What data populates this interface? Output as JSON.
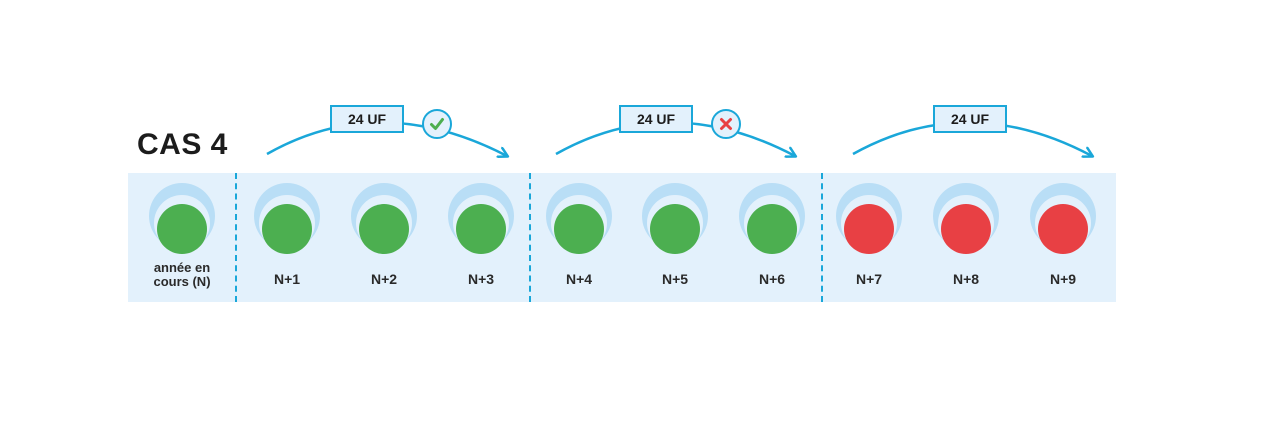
{
  "title": "CAS 4",
  "transfers": [
    {
      "label": "24 UF",
      "status": "accepted",
      "status_icon": "check-icon"
    },
    {
      "label": "24 UF",
      "status": "rejected",
      "status_icon": "cross-icon"
    },
    {
      "label": "24 UF"
    }
  ],
  "years": [
    {
      "label_line1": "année en",
      "label_line2": "cours (N)",
      "color": "green"
    },
    {
      "label": "N+1",
      "color": "green"
    },
    {
      "label": "N+2",
      "color": "green"
    },
    {
      "label": "N+3",
      "color": "green"
    },
    {
      "label": "N+4",
      "color": "green"
    },
    {
      "label": "N+5",
      "color": "green"
    },
    {
      "label": "N+6",
      "color": "green"
    },
    {
      "label": "N+7",
      "color": "red"
    },
    {
      "label": "N+8",
      "color": "red"
    },
    {
      "label": "N+9",
      "color": "red"
    }
  ],
  "colors": {
    "accent": "#1aa7d9",
    "band": "#e3f1fc",
    "green": "#4caf50",
    "red": "#e84044"
  }
}
